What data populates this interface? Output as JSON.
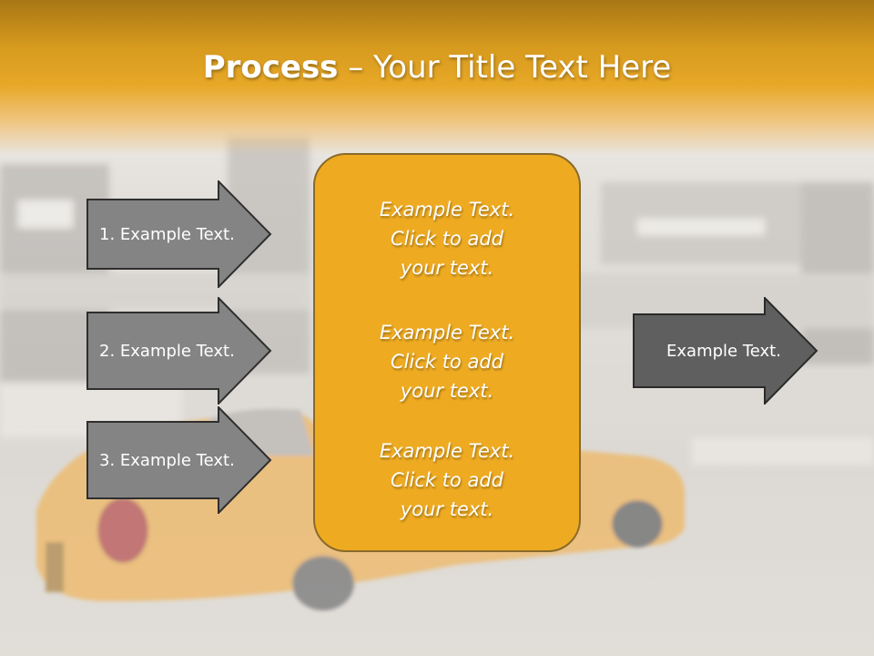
{
  "slide": {
    "title_bold": "Process",
    "title_rest": " – Your Title Text Here"
  },
  "left_arrows": [
    {
      "label": "1. Example Text."
    },
    {
      "label": "2. Example Text."
    },
    {
      "label": "3. Example Text."
    }
  ],
  "center_box": {
    "blocks": [
      {
        "line1": "Example Text.",
        "line2": "Click  to add",
        "line3": "your text."
      },
      {
        "line1": "Example Text.",
        "line2": "Click  to add",
        "line3": "your text."
      },
      {
        "line1": "Example Text.",
        "line2": "Click  to add",
        "line3": "your text."
      }
    ]
  },
  "right_arrow": {
    "label": "Example Text."
  },
  "colors": {
    "header": "#e8a827",
    "center_box": "#eeab22",
    "left_arrow": "#848484",
    "right_arrow": "#5f5f5f"
  }
}
